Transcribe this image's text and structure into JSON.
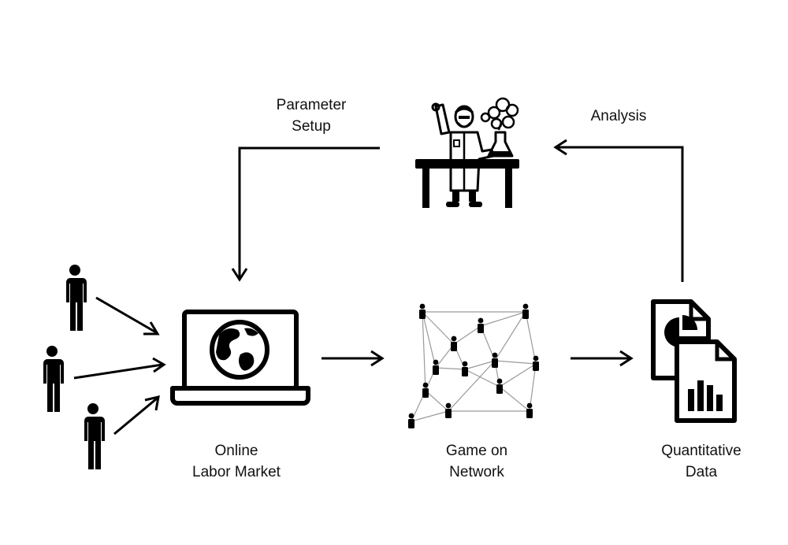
{
  "labels": {
    "parameter_setup": [
      "Parameter",
      "Setup"
    ],
    "analysis": "Analysis",
    "online_labor_market": [
      "Online",
      "Labor Market"
    ],
    "game_on_network": [
      "Game on",
      "Network"
    ],
    "quantitative_data": [
      "Quantitative",
      "Data"
    ]
  },
  "icons": {
    "researcher": "scientist-icon",
    "workers": "person-icon",
    "computer": "laptop-globe-icon",
    "network": "network-graph-icon",
    "data": "document-charts-icon"
  },
  "colors": {
    "ink": "#000000",
    "edge": "#9a9a9a",
    "background": "#ffffff"
  }
}
